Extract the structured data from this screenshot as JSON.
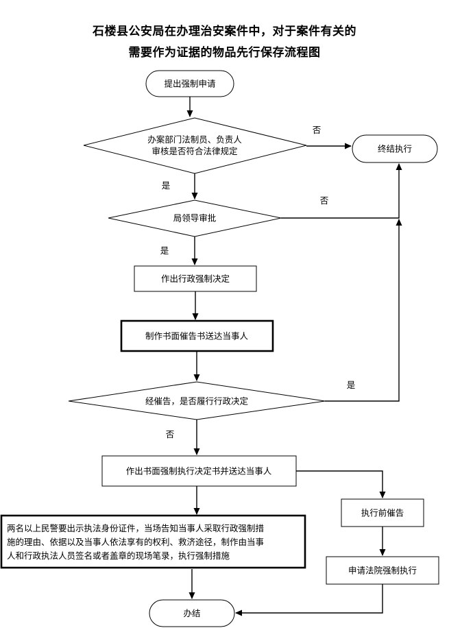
{
  "title": {
    "line1": "石楼县公安局在办理治安案件中，对于案件有关的",
    "line2": "需要作为证据的物品先行保存流程图"
  },
  "nodes": {
    "start": "提出强制申请",
    "review_line1": "办案部门法制员、负责人",
    "review_line2": "审核是否符合法律规定",
    "terminate": "终结执行",
    "leader": "局领导审批",
    "decision": "作出行政强制决定",
    "notice": "制作书面催告书送达当事人",
    "comply": "经催告，是否履行行政决定",
    "written_decision": "作出书面强制执行决定书并送达当事人",
    "pre_notice": "执行前催告",
    "court": "申请法院强制执行",
    "police_line1": "两名以上民警要出示执法身份证件，当场告知当事人采取行政强制措",
    "police_line2": "施的理由、依据以及当事人依法享有的权利、救济途径，制作由当事",
    "police_line3": "人和行政执法人员签名或者盖章的现场笔录，执行强制措施",
    "end": "办结"
  },
  "edges": {
    "review_no": "否",
    "review_yes": "是",
    "leader_no": "否",
    "leader_yes": "是",
    "comply_yes": "是",
    "comply_no": "否"
  }
}
